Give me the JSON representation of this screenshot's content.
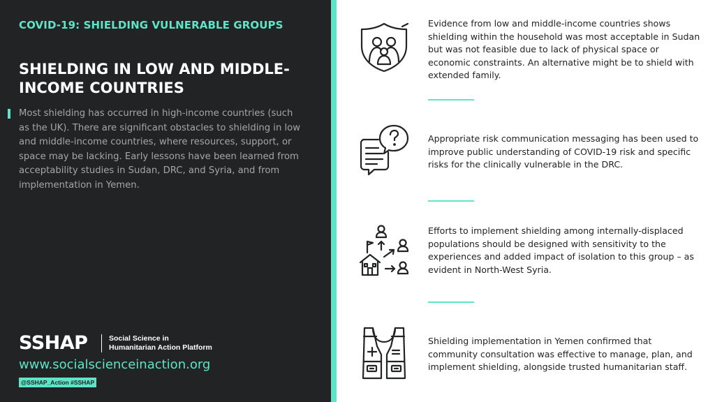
{
  "header": {
    "eyebrow": "COVID-19: SHIELDING VULNERABLE GROUPS",
    "title": "SHIELDING IN LOW AND MIDDLE-INCOME COUNTRIES"
  },
  "intro": "Most shielding has occurred in high-income countries (such as the UK). There are significant obstacles to shielding in low and middle-income countries, where resources, support, or space may be lacking. Early lessons have been learned from acceptability studies in Sudan, DRC, and Syria, and from implementation in Yemen.",
  "footer": {
    "brand": "SSHAP",
    "brand_subtitle_line1": "Social Science in",
    "brand_subtitle_line2": "Humanitarian Action Platform",
    "url": "www.socialscienceinaction.org",
    "social": "@SSHAP_Action #SSHAP"
  },
  "items": [
    {
      "icon": "shield-family-icon",
      "text": "Evidence from low and middle-income countries shows shielding within the household was most acceptable in Sudan but was not feasible due to lack of physical space or economic constraints. An alternative might be to shield with extended family."
    },
    {
      "icon": "chat-question-icon",
      "text": "Appropriate risk communication messaging has been used to improve public understanding of COVID-19 risk and specific risks for the clinically vulnerable in the DRC."
    },
    {
      "icon": "displacement-icon",
      "text": "Efforts to implement shielding among internally-displaced populations should be designed with sensitivity to the experiences and added impact of isolation to this group – as evident in North-West Syria."
    },
    {
      "icon": "humanitarian-vest-icon",
      "text": "Shielding implementation in Yemen confirmed that community consultation was effective to manage, plan, and implement shielding, alongside trusted humanitarian staff."
    }
  ],
  "colors": {
    "dark_panel": "#222325",
    "accent": "#5ee4c6",
    "body_text": "#222325",
    "muted_text": "#a4a6a8"
  }
}
